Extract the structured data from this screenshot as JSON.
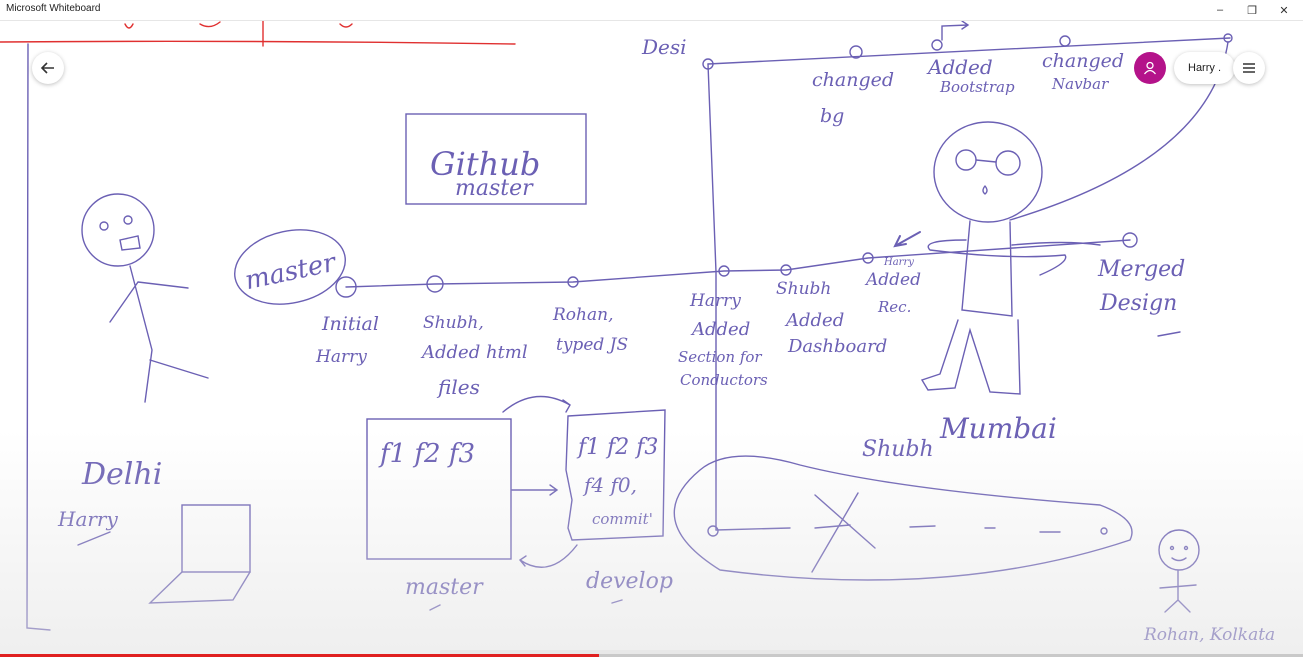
{
  "window": {
    "title": "Microsoft Whiteboard",
    "minimize_glyph": "–",
    "maximize_glyph": "❐",
    "close_glyph": "✕"
  },
  "toolbar": {
    "back_icon": "arrow-left-icon",
    "user_name": "Harry .",
    "menu_icon": "hamburger-menu-icon",
    "avatar_icon": "person-icon",
    "avatar_color": "#b4138a"
  },
  "whiteboard": {
    "ink_color": "#6b60b4",
    "accent_ink_color": "#e03030",
    "github_box": [
      "Github",
      "master"
    ],
    "master_oval": "master",
    "design_label": "Desi",
    "commits": {
      "initial": [
        "Initial",
        "Harry"
      ],
      "shubh_html": [
        "Shubh,",
        "Added html",
        "files"
      ],
      "rohan": [
        "Rohan,",
        "typed JS"
      ],
      "harry_section": [
        "Harry",
        "Added",
        "Section for",
        "Conductors"
      ],
      "shubh_dashboard": [
        "Shubh",
        "Added",
        "Dashboard"
      ],
      "harry_rec": [
        "Harry",
        "Added",
        "Rec."
      ],
      "merged": [
        "Merged",
        "Design"
      ]
    },
    "design_commits": {
      "changed_bg": [
        "changed",
        "bg"
      ],
      "added_bootstrap": [
        "Added",
        "Bootstrap"
      ],
      "changed_navbar": [
        "changed",
        "Navbar"
      ]
    },
    "places": {
      "delhi": "Delhi",
      "harry": "Harry",
      "mumbai": "Mumbai",
      "shubh": "Shubh",
      "rohan_kolkata": "Rohan, Kolkata"
    },
    "master_box": {
      "files": "f1 f2 f3",
      "label": "master"
    },
    "develop_box": {
      "line1": "f1 f2 f3",
      "line2": "f4 f0,",
      "line3": "commit'",
      "label": "develop"
    }
  },
  "video": {
    "progress_fraction": 0.46
  }
}
